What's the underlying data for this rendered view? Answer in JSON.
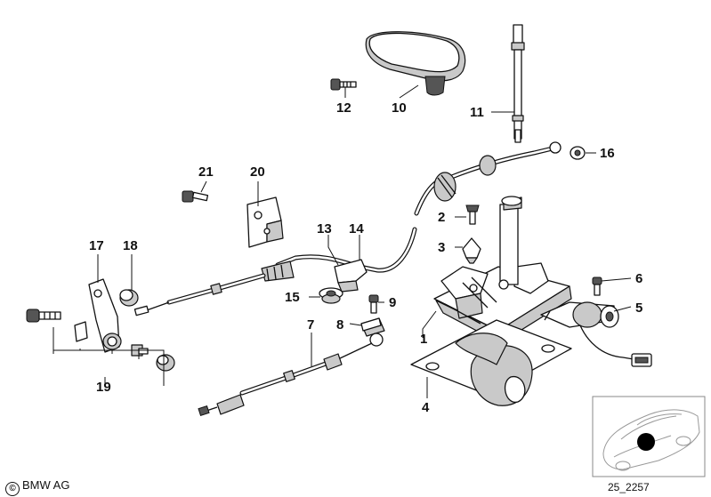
{
  "callouts": {
    "c1": "1",
    "c2": "2",
    "c3": "3",
    "c4": "4",
    "c5": "5",
    "c6": "6",
    "c7": "7",
    "c8": "8",
    "c9": "9",
    "c10": "10",
    "c11": "11",
    "c12": "12",
    "c13": "13",
    "c14": "14",
    "c15": "15",
    "c16": "16",
    "c17": "17",
    "c18": "18",
    "c19": "19",
    "c20": "20",
    "c21": "21"
  },
  "footer": {
    "copyright_symbol": "©",
    "copyright": "BMW AG",
    "reference_code": "25_2257"
  },
  "colors": {
    "line": "#111111",
    "shade": "#c9c9c9",
    "locator_dot": "#000000"
  }
}
